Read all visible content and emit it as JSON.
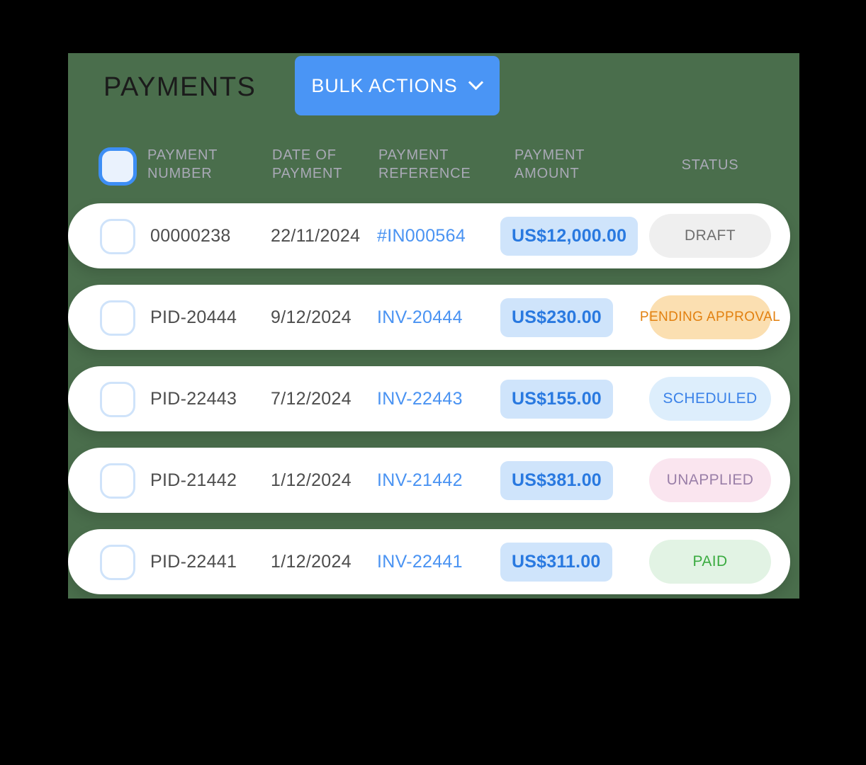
{
  "panel": {
    "background_color": "#4a6e4c",
    "title": "PAYMENTS"
  },
  "toolbar": {
    "bulk_actions_label": "BULK ACTIONS",
    "bulk_actions_color": "#4a95f5",
    "chevron_icon": "chevron-down-icon"
  },
  "table": {
    "select_all_checked": false,
    "headers": {
      "payment_number": "PAYMENT\nNUMBER",
      "date_of_payment": "DATE OF\nPAYMENT",
      "payment_reference": "PAYMENT\nREFERENCE",
      "payment_amount": "PAYMENT\nAMOUNT",
      "status": "STATUS"
    },
    "rows": [
      {
        "payment_number": "00000238",
        "date_of_payment": "22/11/2024",
        "payment_reference": "#IN000564",
        "payment_amount": "US$12,000.00",
        "status": "DRAFT",
        "status_style": "st-draft",
        "status_bg": "#efefef",
        "status_fg": "#6f6f6f",
        "checked": false
      },
      {
        "payment_number": "PID-20444",
        "date_of_payment": "9/12/2024",
        "payment_reference": "INV-20444",
        "payment_amount": "US$230.00",
        "status": "PENDING APPROVAL",
        "status_style": "st-pending",
        "status_bg": "#fbdfb1",
        "status_fg": "#e2800f",
        "checked": false
      },
      {
        "payment_number": "PID-22443",
        "date_of_payment": "7/12/2024",
        "payment_reference": "INV-22443",
        "payment_amount": "US$155.00",
        "status": "SCHEDULED",
        "status_style": "st-sched",
        "status_bg": "#ddeefc",
        "status_fg": "#3b82e8",
        "checked": false
      },
      {
        "payment_number": "PID-21442",
        "date_of_payment": "1/12/2024",
        "payment_reference": "INV-21442",
        "payment_amount": "US$381.00",
        "status": "UNAPPLIED",
        "status_style": "st-unapp",
        "status_bg": "#fae5ef",
        "status_fg": "#9a7fa8",
        "checked": false
      },
      {
        "payment_number": "PID-22441",
        "date_of_payment": "1/12/2024",
        "payment_reference": "INV-22441",
        "payment_amount": "US$311.00",
        "status": "PAID",
        "status_style": "st-paid",
        "status_bg": "#e2f3e4",
        "status_fg": "#3aab40",
        "checked": false
      }
    ]
  },
  "colors": {
    "accent_blue": "#4a95f5",
    "link_blue": "#4a93f2",
    "amount_pill_bg": "#cfe4fb",
    "amount_pill_fg": "#2979e0",
    "header_text": "#a9a9b6"
  }
}
